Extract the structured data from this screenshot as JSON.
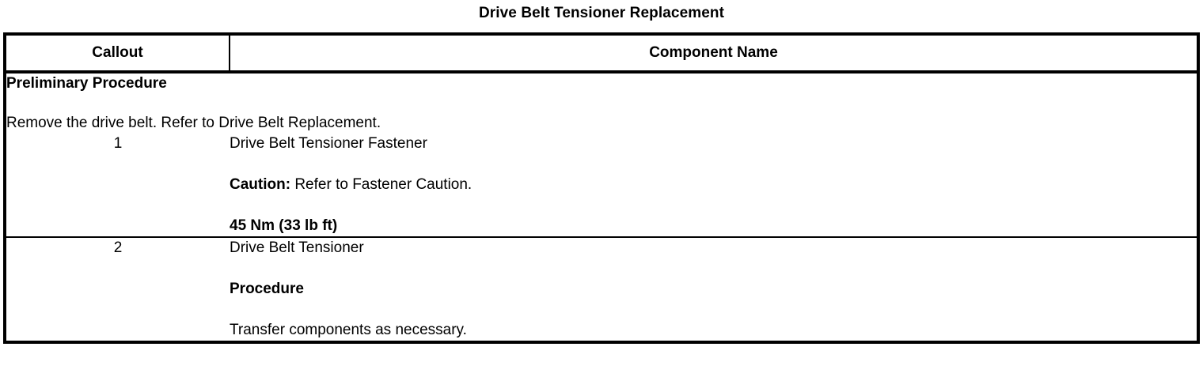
{
  "document": {
    "title": "Drive Belt Tensioner Replacement"
  },
  "table": {
    "headers": {
      "callout": "Callout",
      "component": "Component Name"
    },
    "preliminary": {
      "heading": "Preliminary Procedure",
      "text": "Remove the drive belt. Refer to Drive Belt Replacement."
    },
    "rows": [
      {
        "callout": "1",
        "component_name": "Drive Belt Tensioner Fastener",
        "note_label": "Caution:",
        "note_text": " Refer to Fastener Caution.",
        "torque": "45 Nm (33 lb ft)"
      },
      {
        "callout": "2",
        "component_name": "Drive Belt Tensioner",
        "note_label": "Procedure",
        "note_text": "",
        "torque": "Transfer components as necessary."
      }
    ]
  },
  "colors": {
    "border": "#000000",
    "text": "#000000",
    "background": "#ffffff"
  }
}
